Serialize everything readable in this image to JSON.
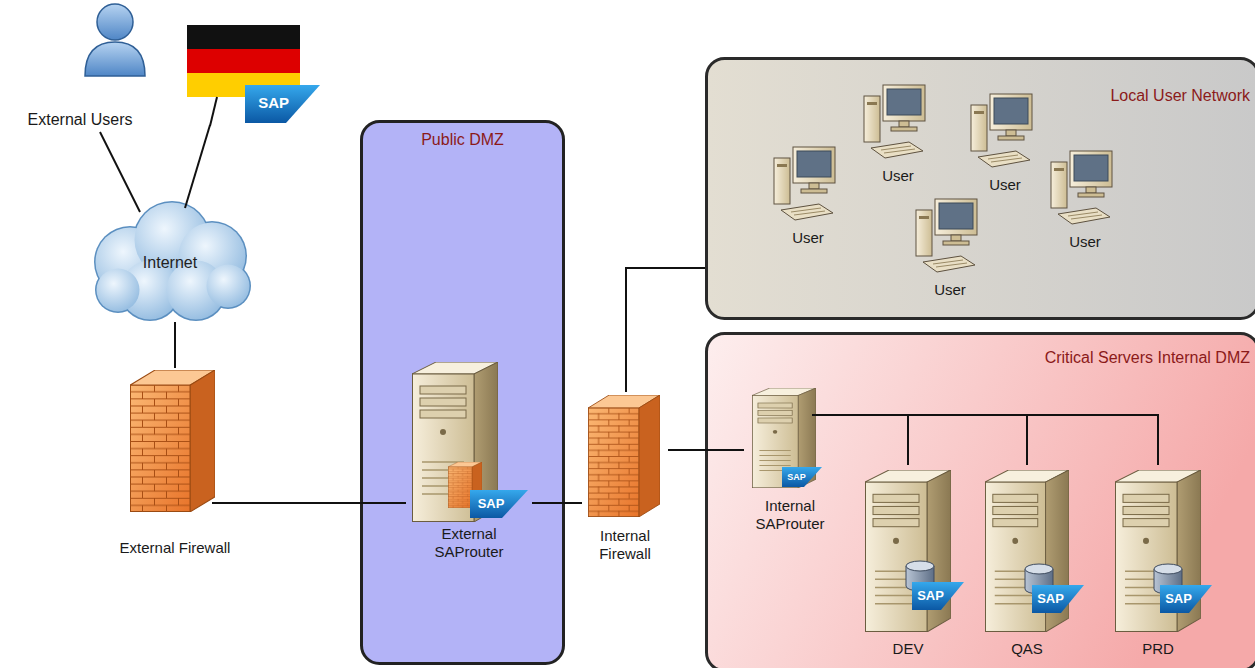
{
  "diagram": {
    "nodes": [
      {
        "text": [
          "External Users"
        ]
      },
      {
        "text": [
          "SAP"
        ]
      },
      {
        "text": [
          "Internet"
        ]
      },
      {
        "text": [
          "External Firewall"
        ]
      },
      {
        "text": [
          "Public DMZ"
        ]
      },
      {
        "text": [
          "External SAProuter"
        ],
        "in": 4
      },
      {
        "text": [
          "Internal Firewall"
        ]
      },
      {
        "text": [
          "Local User Network"
        ]
      },
      {
        "text": [
          "User"
        ],
        "in": 7
      },
      {
        "text": [
          "User"
        ],
        "in": 7
      },
      {
        "text": [
          "User"
        ],
        "in": 7
      },
      {
        "text": [
          "User"
        ],
        "in": 7
      },
      {
        "text": [
          "User"
        ],
        "in": 7
      },
      {
        "text": [
          "Critical Servers Internal DMZ"
        ]
      },
      {
        "text": [
          "Internal SAProuter"
        ],
        "in": 13
      },
      {
        "text": [
          "DEV"
        ],
        "in": 13
      },
      {
        "text": [
          "QAS"
        ],
        "in": 13
      },
      {
        "text": [
          "PRD"
        ],
        "in": 13
      }
    ],
    "edges": [
      {
        "from": 0,
        "to": 2,
        "arrow": "none"
      },
      {
        "from": 1,
        "to": 2,
        "arrow": "none"
      },
      {
        "from": 2,
        "to": 3,
        "arrow": "none"
      },
      {
        "from": 3,
        "to": 5,
        "arrow": "none"
      },
      {
        "from": 5,
        "to": 6,
        "arrow": "none"
      },
      {
        "from": 6,
        "to": 7,
        "arrow": "none"
      },
      {
        "from": 6,
        "to": 14,
        "arrow": "none"
      },
      {
        "from": 14,
        "to": 15,
        "arrow": "none"
      },
      {
        "from": 14,
        "to": 16,
        "arrow": "none"
      },
      {
        "from": 14,
        "to": 17,
        "arrow": "none"
      }
    ],
    "labels": [
      "SAP",
      "SAP",
      "SAP",
      "SAP",
      "SAP"
    ]
  }
}
